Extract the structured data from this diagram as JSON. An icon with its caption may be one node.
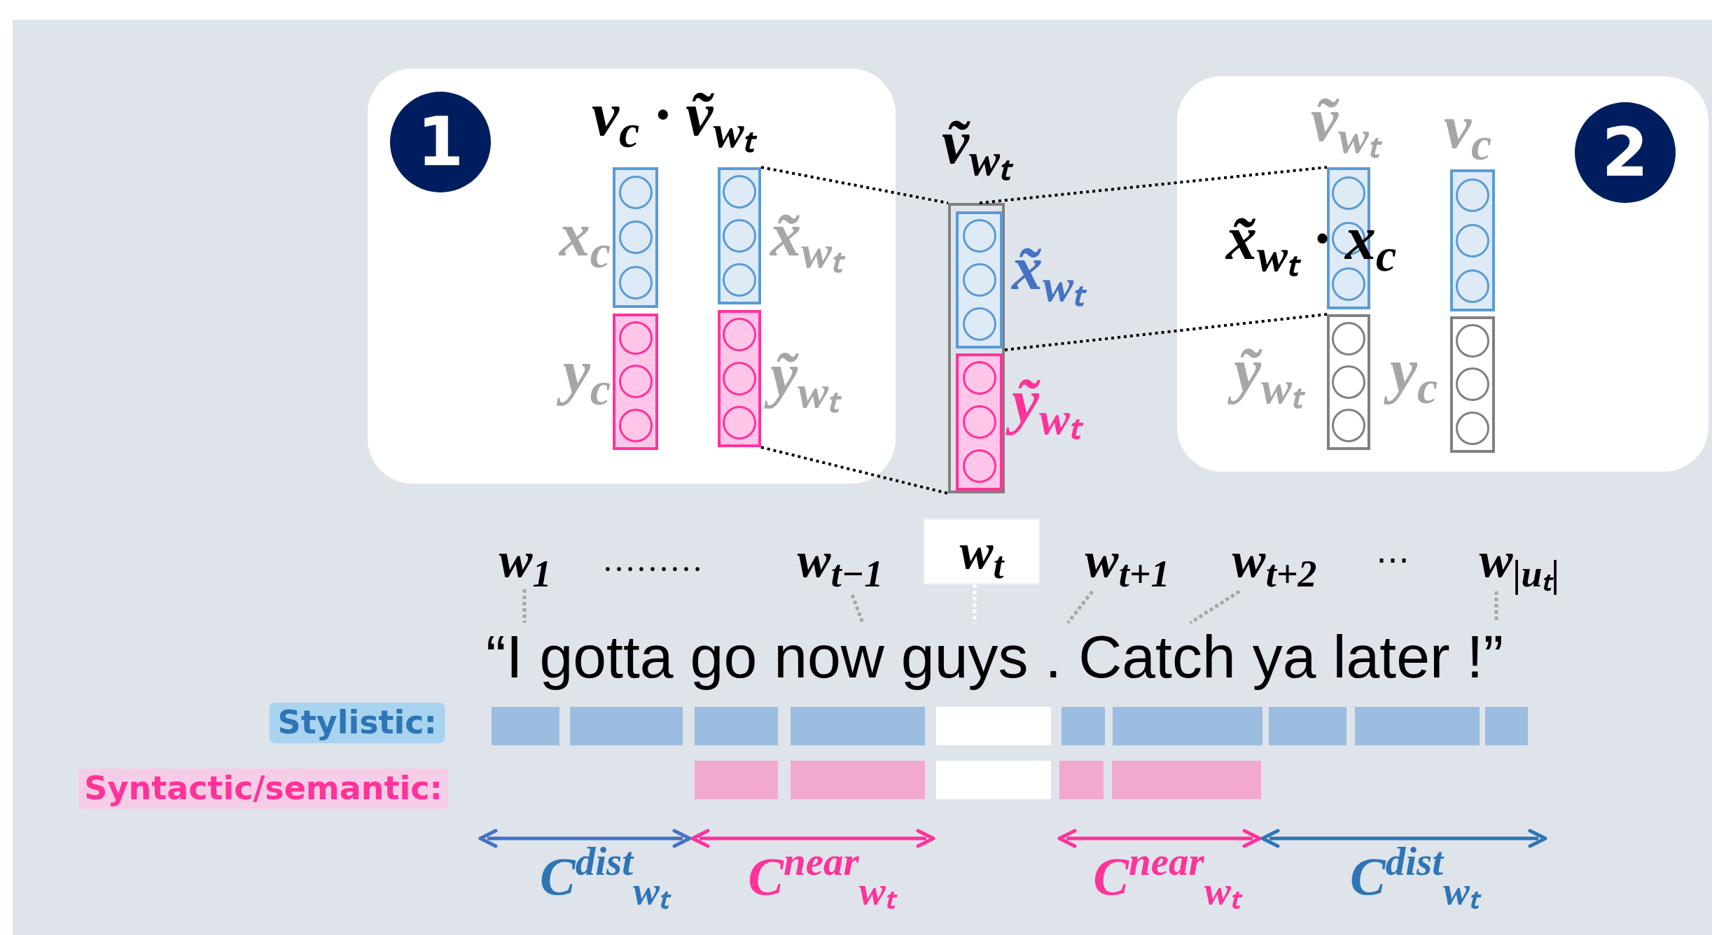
{
  "diagram": {
    "nodes": [
      {
        "text": [
          "v$_{c}$ · ṽ$_{wₜ}$"
        ]
      },
      {
        "text": [
          "1"
        ],
        "in": 0
      },
      {
        "text": [],
        "shape": "box",
        "in": 0,
        "beside": [
          "x$_{c}$"
        ]
      },
      {
        "text": [],
        "shape": "box",
        "in": 0,
        "beside": [
          "y$_{c}$"
        ]
      },
      {
        "text": [],
        "shape": "box",
        "in": 0,
        "beside": [
          "x̃$_{wₜ}$"
        ]
      },
      {
        "text": [],
        "shape": "box",
        "in": 0,
        "beside": [
          "ỹ$_{wₜ}$"
        ]
      },
      {
        "text": [],
        "shape": "box",
        "beside": [
          "ṽ$_{wₜ}$"
        ]
      },
      {
        "text": [],
        "shape": "box",
        "in": 6,
        "beside": [
          "x̃$_{wₜ}$"
        ]
      },
      {
        "text": [],
        "shape": "box",
        "in": 6,
        "beside": [
          "ỹ$_{wₜ}$"
        ]
      },
      {
        "text": [
          "x̃$_{wₜ}$ · x$_{c}$"
        ]
      },
      {
        "text": [
          "2"
        ],
        "in": 9
      },
      {
        "text": [],
        "shape": "box",
        "in": 9,
        "beside": [
          "ṽ$_{wₜ}$"
        ]
      },
      {
        "text": [],
        "shape": "box",
        "in": 9,
        "beside": [
          "ỹ$_{wₜ}$"
        ]
      },
      {
        "text": [],
        "shape": "box",
        "in": 9,
        "beside": [
          "v$_{c}$"
        ]
      },
      {
        "text": [],
        "shape": "box",
        "in": 9,
        "beside": [
          "y$_{c}$"
        ]
      },
      {
        "text": [
          "w$_{1}$"
        ]
      },
      {
        "text": [
          "w$_{t−1}$"
        ]
      },
      {
        "text": [
          "w$_{t}$"
        ]
      },
      {
        "text": [
          "w$_{t+1}$"
        ]
      },
      {
        "text": [
          "w$_{t+2}$"
        ]
      },
      {
        "text": [
          "w$_{|uₜ|}$"
        ]
      },
      {
        "text": [
          "“I gotta go now guys . Catch ya later !”"
        ]
      }
    ],
    "edges": [
      {
        "from": 4,
        "to": 6,
        "arrow": "none",
        "style": "dashed",
        "color": "#000000"
      },
      {
        "from": 5,
        "to": 6,
        "arrow": "none",
        "style": "dashed",
        "color": "#000000"
      },
      {
        "from": 6,
        "to": 11,
        "arrow": "none",
        "style": "dashed",
        "color": "#000000"
      },
      {
        "from": 6,
        "to": 12,
        "arrow": "none",
        "style": "dashed",
        "color": "#000000"
      },
      {
        "from": 15,
        "to": 21,
        "arrow": "none",
        "style": "dashed"
      },
      {
        "from": 16,
        "to": 21,
        "arrow": "none",
        "style": "dashed"
      },
      {
        "from": 17,
        "to": 21,
        "arrow": "none",
        "style": "dashed",
        "color": "#ffffff"
      },
      {
        "from": 18,
        "to": 21,
        "arrow": "none",
        "style": "dashed"
      },
      {
        "from": 19,
        "to": 21,
        "arrow": "none",
        "style": "dashed"
      },
      {
        "from": 20,
        "to": 21,
        "arrow": "none",
        "style": "dashed"
      }
    ],
    "labels": [
      "………",
      "⋯",
      "Stylistic:",
      "Syntactic/semantic:",
      "C$^{dist}$$_{wₜ}$",
      "C$^{near}$$_{wₜ}$",
      "C$^{near}$$_{wₜ}$",
      "C$^{dist}$$_{wₜ}$"
    ]
  }
}
